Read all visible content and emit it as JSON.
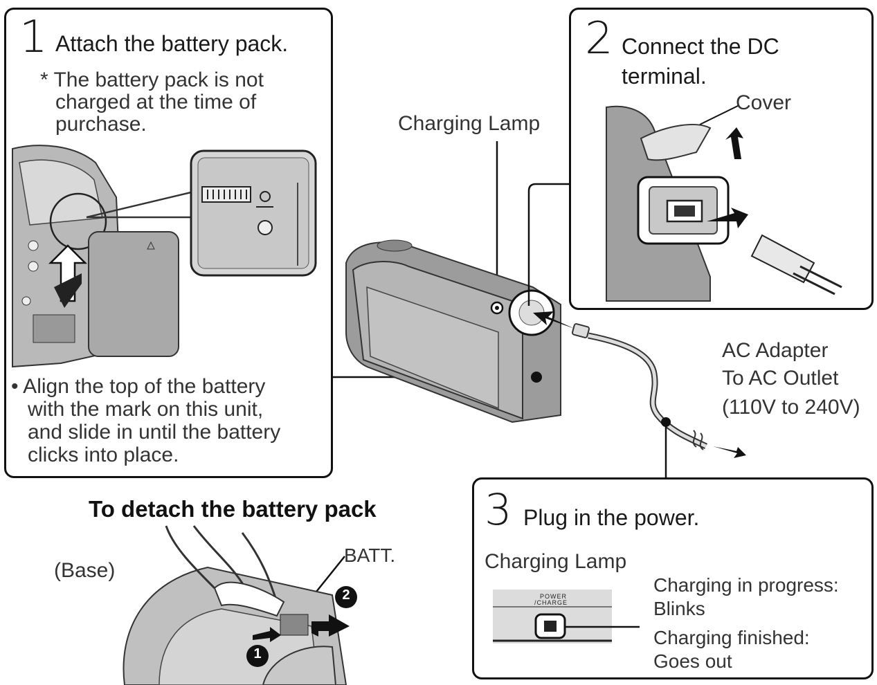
{
  "step1": {
    "number": "1",
    "title": "Attach the battery pack.",
    "note_lines": [
      "* The battery pack is not",
      "charged at the time of",
      "purchase."
    ],
    "instruction_lines": [
      "•  Align the top of the battery",
      "with the mark on this unit,",
      "and slide in until the battery",
      "clicks into place."
    ]
  },
  "step2": {
    "number": "2",
    "title_lines": [
      "Connect the DC",
      "terminal."
    ],
    "cover_label": "Cover"
  },
  "step3": {
    "number": "3",
    "title": "Plug in the power.",
    "lamp_label": "Charging Lamp",
    "lamp_panel_text": [
      "POWER",
      "/CHARGE"
    ],
    "status_progress": [
      "Charging in progress:",
      "Blinks"
    ],
    "status_finished": [
      "Charging finished:",
      "Goes out"
    ]
  },
  "center": {
    "charging_lamp_label": "Charging Lamp",
    "adapter_lines": [
      "AC Adapter",
      "To AC Outlet",
      "(110V to 240V)"
    ]
  },
  "detach": {
    "heading": "To detach the battery pack",
    "base_label": "(Base)",
    "batt_label": "BATT.",
    "step_markers": [
      "1",
      "2"
    ]
  }
}
